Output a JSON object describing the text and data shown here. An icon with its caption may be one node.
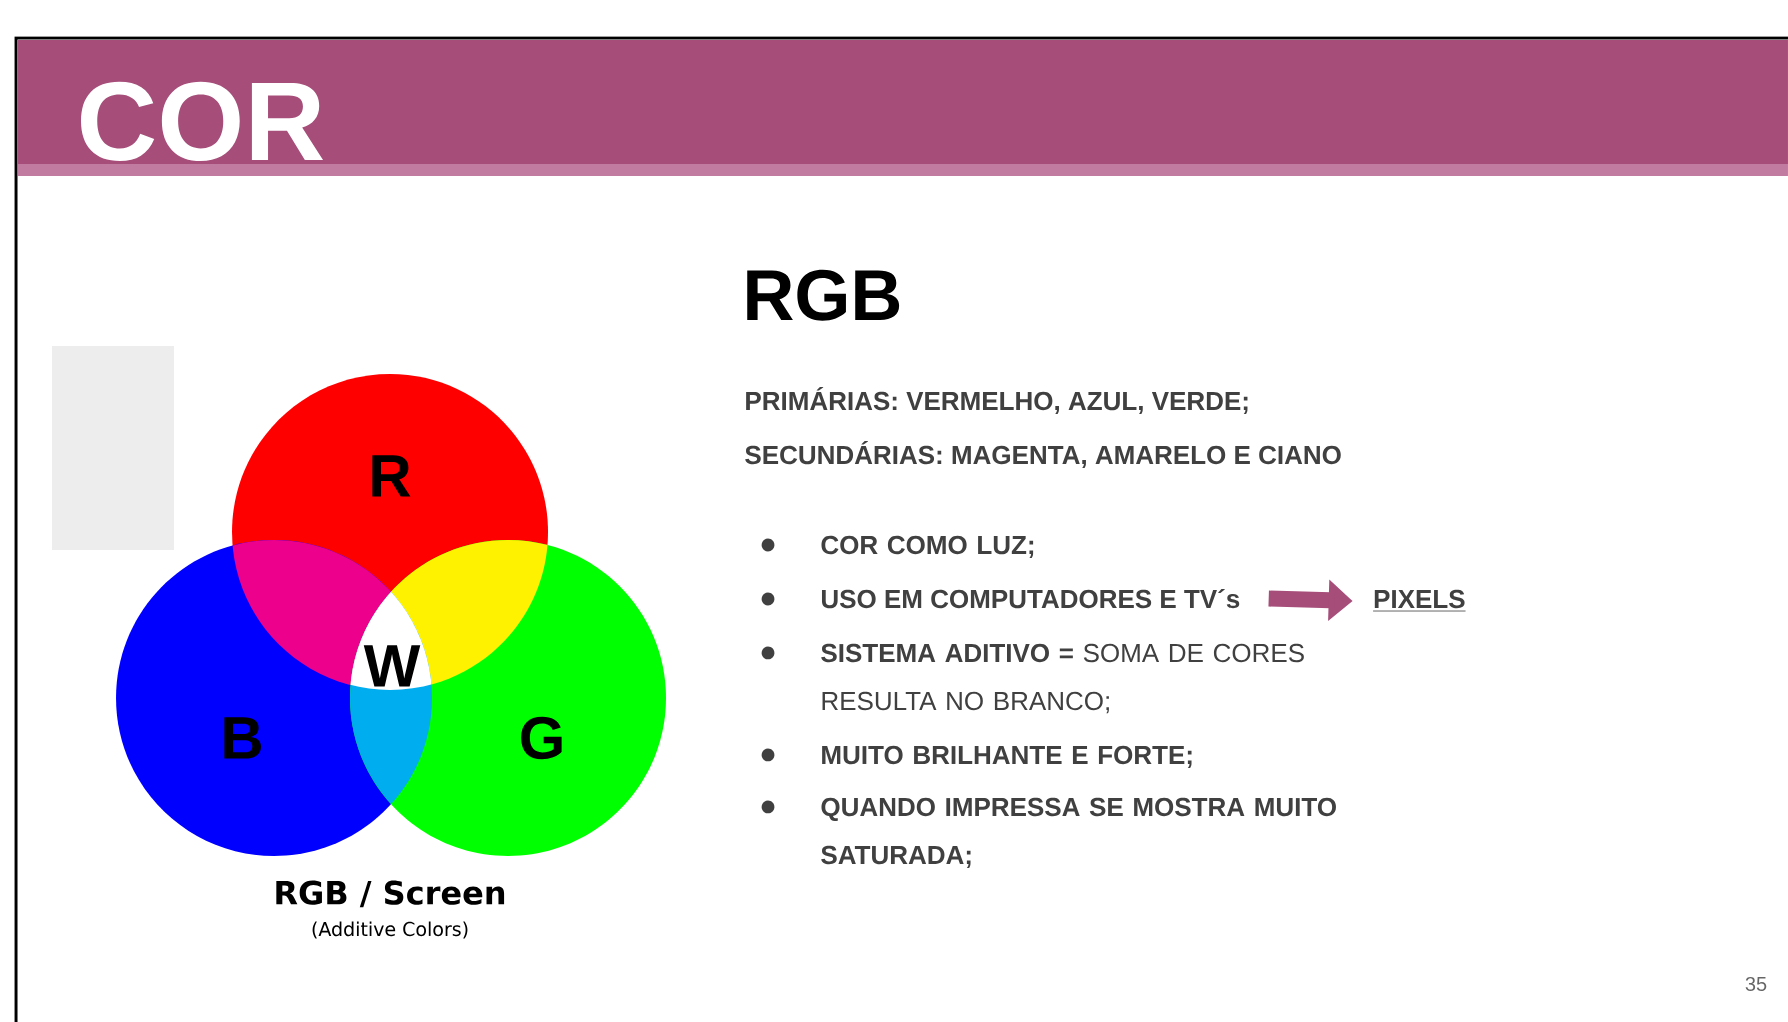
{
  "diagram": {
    "title": "COR",
    "nodes": [
      {
        "text": [
          "R"
        ]
      },
      {
        "text": [
          "B"
        ]
      },
      {
        "text": [
          "G"
        ]
      },
      {
        "text": [
          "USO EM COMPUTADORES E TV´s"
        ]
      },
      {
        "text": [
          "PIXELS"
        ]
      }
    ],
    "edges": [
      {
        "from": 3,
        "to": 4,
        "arrow": "to",
        "color": "#a64d79"
      }
    ],
    "labels": [
      "W",
      "RGB / Screen",
      "(Additive Colors)",
      "RGB",
      "PRIMÁRIAS: VERMELHO, AZUL, VERDE;",
      "SECUNDÁRIAS: MAGENTA, AMARELO E CIANO",
      "COR COMO LUZ;",
      "**SISTEMA ADITIVO =** SOMA DE CORES RESULTA NO BRANCO;",
      "MUITO BRILHANTE E FORTE;",
      "QUANDO IMPRESSA SE MOSTRA MUITO SATURADA;",
      "35"
    ]
  }
}
